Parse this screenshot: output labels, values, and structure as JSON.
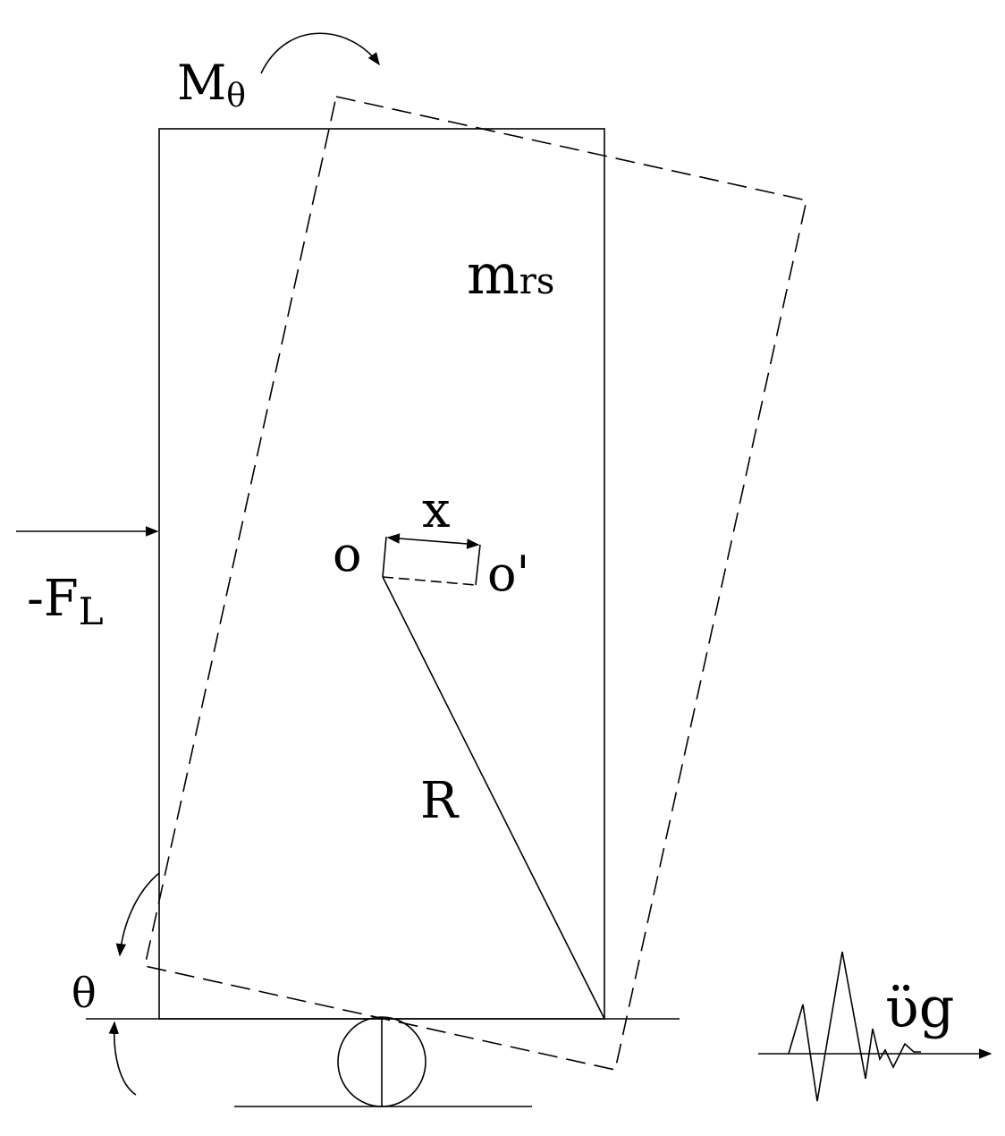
{
  "labels": {
    "moment_main": "M",
    "moment_sub": "θ",
    "mass_main": "m",
    "mass_sub": "rs",
    "force_main": "-F",
    "force_sub": "L",
    "displacement": "x",
    "center": "o",
    "center_displaced": "o'",
    "radius": "R",
    "angle": "θ",
    "ground_accel_main": "ϋ",
    "ground_accel_sub": "g"
  }
}
